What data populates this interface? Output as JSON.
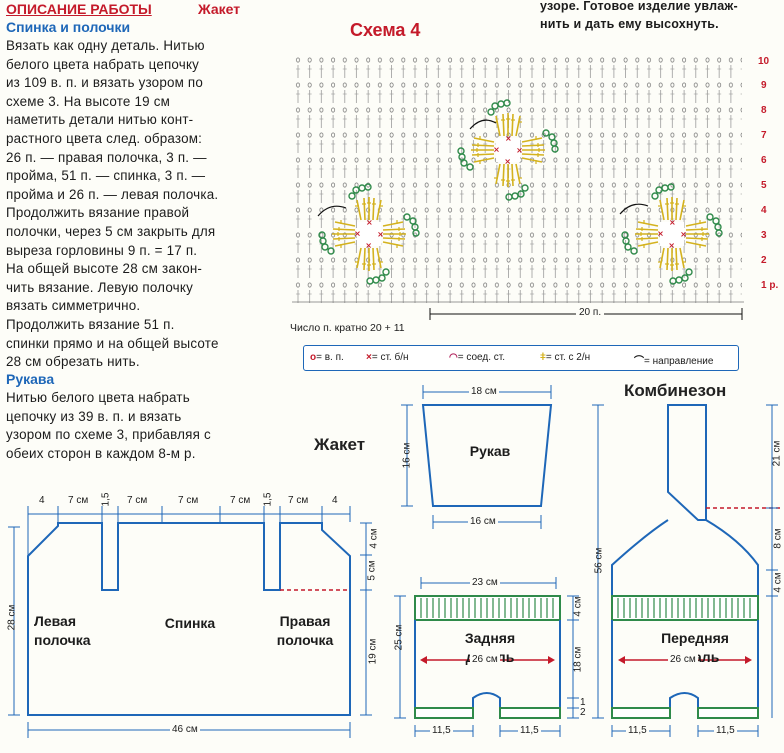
{
  "text": {
    "title_left": "ОПИСАНИЕ РАБОТЫ",
    "title_right": "Жакет",
    "section_back": "Спинка и полочки",
    "para_back": "Вязать как одну деталь. Нитью\nбелого цвета набрать цепочку\nиз 109 в. п. и вязать узором по\nсхеме 3. На высоте 19 см\nнаметить детали нитью конт-\nрастного цвета след. образом:\n26 п. — правая полочка, 3 п. —\nпройма, 51 п. — спинка, 3 п. —\nпройма и 26 п. — левая полочка.\nПродолжить вязание правой\nполочки, через 5 см закрыть для\nвыреза горловины 9 п. = 17 п.\nНа общей высоте 28 см закон-\nчить вязание. Левую полочку\nвязать симметрично.",
    "para_back2": "Продолжить вязание 51 п.\nспинки прямо и на общей высоте\n28 см обрезать нить.",
    "section_sleeve": "Рукава",
    "para_sleeve": "Нитью белого цвета набрать\nцепочку из 39 в. п. и вязать\nузором по схеме 3, прибавляя с\nобеих сторон в каждом 8-м р.",
    "top_right": "узоре. Готовое изделие увлаж-\nнить и дать ему высохнуть."
  },
  "scheme": {
    "title": "Схема 4",
    "row_numbers": [
      "10",
      "9",
      "8",
      "7",
      "6",
      "5",
      "4",
      "3",
      "2",
      "1 р."
    ],
    "width_label": "20 п.",
    "multiple": "Число п. кратно 20 + 11"
  },
  "legend": [
    {
      "symbol": "o",
      "text": "= в. п."
    },
    {
      "symbol": "x",
      "text": "= ст. б/н"
    },
    {
      "symbol": "arc",
      "text": "= соед. ст."
    },
    {
      "symbol": "t",
      "text": "= ст. с 2/н"
    },
    {
      "symbol": "arrow",
      "text": "= направление"
    }
  ],
  "labels": {
    "jacket": "Жакет",
    "overall": "Комбинезон",
    "sleeve": "Рукав",
    "left_front": "Левая\nполочка",
    "back": "Спинка",
    "right_front": "Правая\nполочка",
    "back_part": "Задняя\nдеталь",
    "front_part": "Передняя\nдеталь"
  },
  "dims": {
    "jacket_top": [
      "4",
      "7 см",
      "1,5",
      "7 см",
      "7 см",
      "7 см",
      "1,5",
      "7 см",
      "4"
    ],
    "jacket_bottom": "46 см",
    "jacket_left": "28 см",
    "jacket_right_top": "5 см",
    "jacket_right_top2": "4 см",
    "jacket_right_low": "19 см",
    "sleeve_top": "18 см",
    "sleeve_bottom": "16 см",
    "sleeve_left": "16 см",
    "back_top": "23 см",
    "back_mid": "26 см",
    "back_left_total": "25 см",
    "back_right_top": "4 см",
    "back_right_mid": "18 см",
    "back_right_low1": "1",
    "back_right_low2": "2",
    "back_bottom_left": "11,5",
    "back_bottom_right": "11,5",
    "front_left": "56 см",
    "front_mid": "26 см",
    "front_bottom_left": "11,5",
    "front_bottom_right": "11,5",
    "front_right_top": "21 см",
    "front_right_2": "8 см",
    "front_right_3": "4 см"
  },
  "colors": {
    "red": "#c41a2a",
    "blue": "#1e67b8",
    "green": "#2f8a4a",
    "yellow": "#d4b21e"
  }
}
